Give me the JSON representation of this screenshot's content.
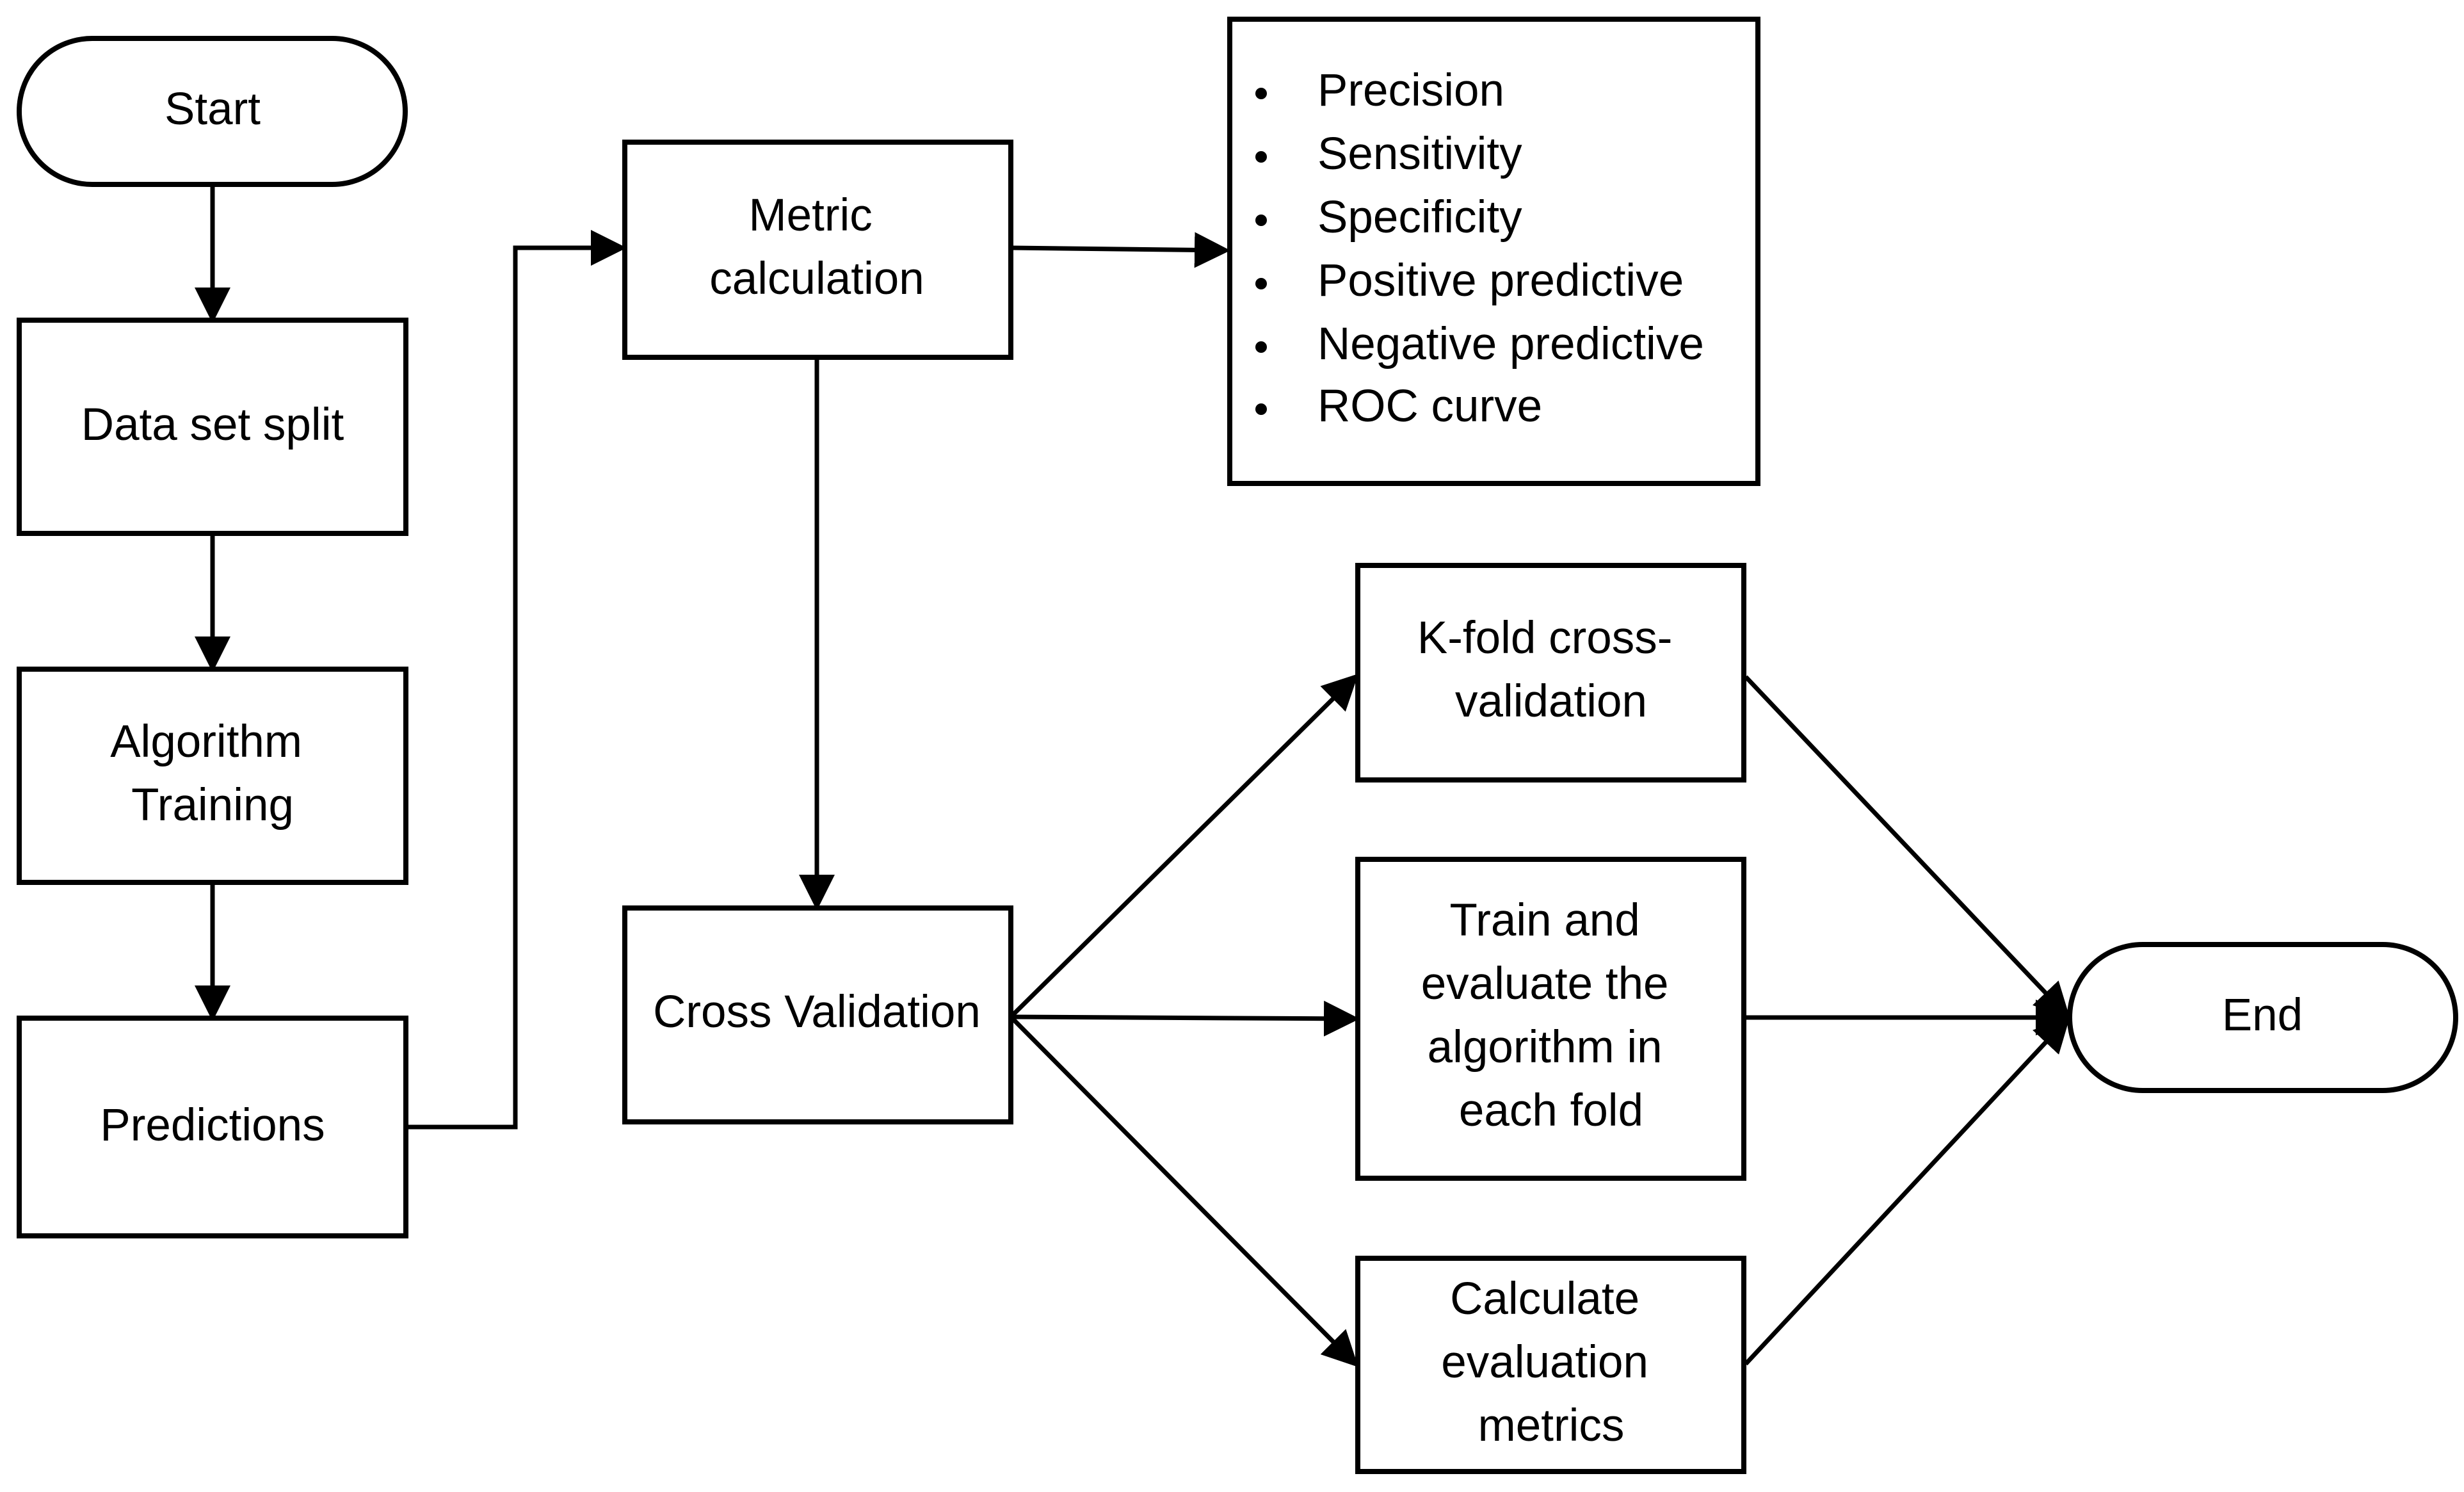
{
  "nodes": {
    "start": {
      "lines": [
        "Start"
      ]
    },
    "data_set_split": {
      "lines": [
        "Data set split"
      ]
    },
    "algorithm_training": {
      "lines": [
        "Algorithm",
        "Training"
      ]
    },
    "predictions": {
      "lines": [
        "Predictions"
      ]
    },
    "metric_calculation": {
      "lines": [
        "Metric",
        "calculation"
      ]
    },
    "metrics_list": {
      "items": [
        "Precision",
        "Sensitivity",
        "Specificity",
        "Positive predictive",
        "Negative predictive",
        "ROC curve"
      ]
    },
    "cross_validation": {
      "lines": [
        "Cross Validation"
      ]
    },
    "kfold": {
      "lines": [
        "K-fold cross-",
        "validation"
      ]
    },
    "train_evaluate": {
      "lines": [
        "Train and",
        "evaluate the",
        "algorithm in",
        "each fold"
      ]
    },
    "calculate_metrics": {
      "lines": [
        "Calculate",
        "evaluation",
        "metrics"
      ]
    },
    "end": {
      "lines": [
        "End"
      ]
    }
  },
  "edges": [
    {
      "from": "start",
      "to": "data_set_split"
    },
    {
      "from": "data_set_split",
      "to": "algorithm_training"
    },
    {
      "from": "algorithm_training",
      "to": "predictions"
    },
    {
      "from": "predictions",
      "to": "metric_calculation"
    },
    {
      "from": "metric_calculation",
      "to": "metrics_list"
    },
    {
      "from": "metric_calculation",
      "to": "cross_validation"
    },
    {
      "from": "cross_validation",
      "to": "kfold"
    },
    {
      "from": "cross_validation",
      "to": "train_evaluate"
    },
    {
      "from": "cross_validation",
      "to": "calculate_metrics"
    },
    {
      "from": "kfold",
      "to": "end"
    },
    {
      "from": "train_evaluate",
      "to": "end"
    },
    {
      "from": "calculate_metrics",
      "to": "end"
    }
  ],
  "colors": {
    "stroke": "#000000",
    "fill": "#ffffff",
    "text": "#000000"
  }
}
